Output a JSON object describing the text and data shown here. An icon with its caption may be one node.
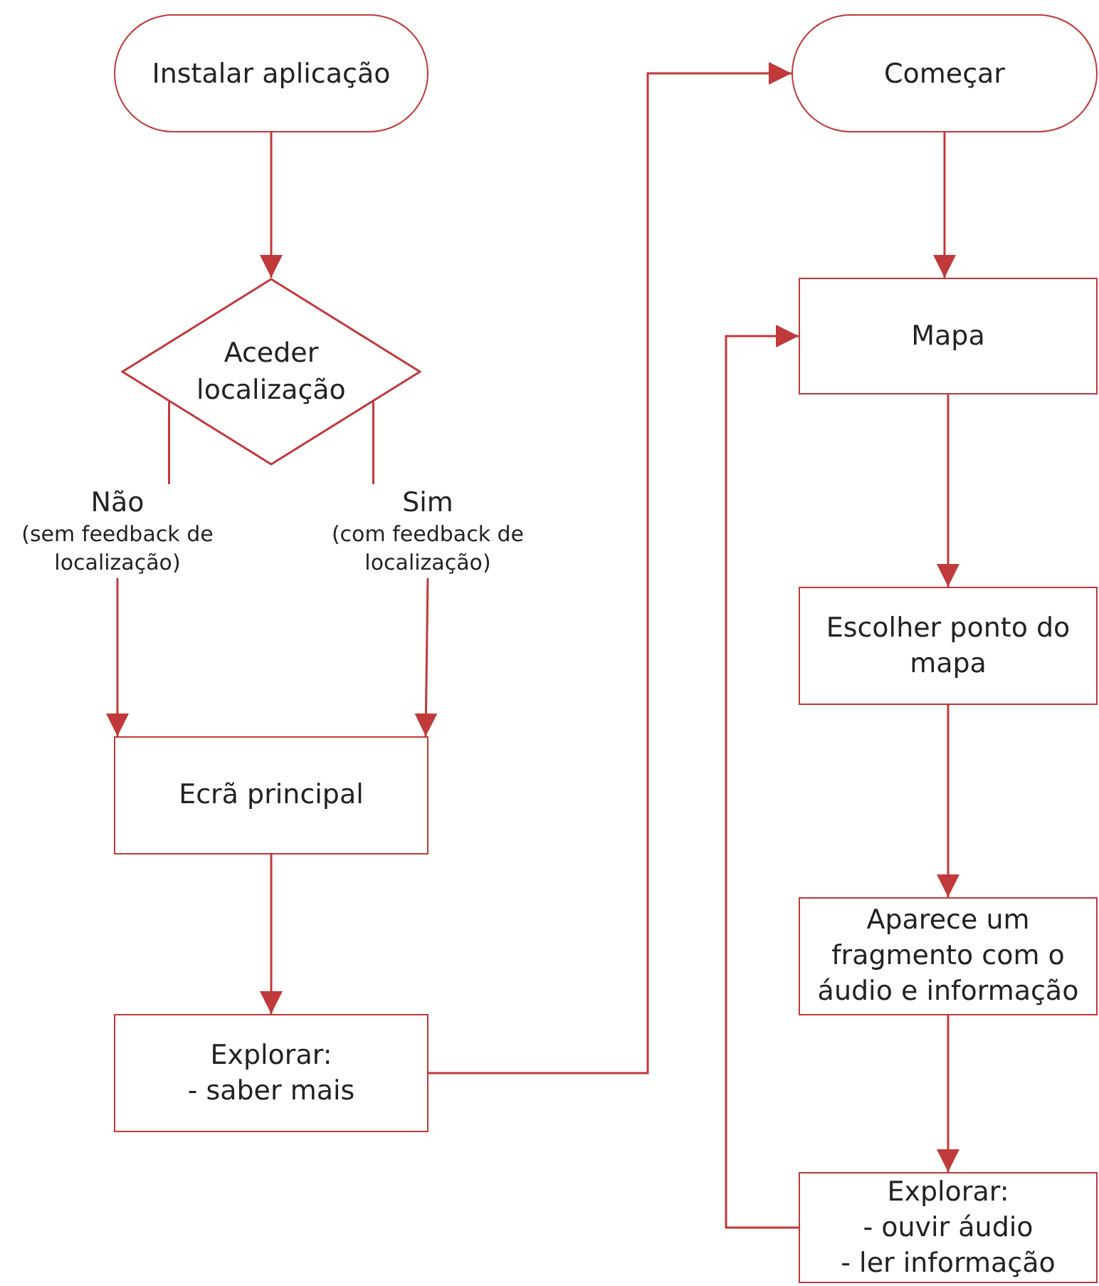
{
  "diagram": {
    "nodes": [
      {
        "text": [
          "Instalar aplicação"
        ]
      },
      {
        "text": [
          "Aceder localização"
        ]
      },
      {
        "text": [
          "Não",
          "(sem feedback de localização)"
        ]
      },
      {
        "text": [
          "Sim",
          "(com feedback de localização)"
        ]
      },
      {
        "text": [
          "Ecrã principal"
        ]
      },
      {
        "text": [
          "Explorar:",
          "- saber mais"
        ]
      },
      {
        "text": [
          "Começar"
        ]
      },
      {
        "text": [
          "Mapa"
        ]
      },
      {
        "text": [
          "Escolher ponto do mapa"
        ]
      },
      {
        "text": [
          "Aparece um fragmento com o áudio e informação"
        ]
      },
      {
        "text": [
          "Explorar:",
          "- ouvir áudio",
          "- ler informação"
        ]
      }
    ],
    "edges": [
      {
        "from": 0,
        "to": 1,
        "arrow": "to"
      },
      {
        "from": 1,
        "to": 2,
        "arrow": "none"
      },
      {
        "from": 1,
        "to": 3,
        "arrow": "none"
      },
      {
        "from": 2,
        "to": 4,
        "arrow": "to"
      },
      {
        "from": 3,
        "to": 4,
        "arrow": "to"
      },
      {
        "from": 4,
        "to": 5,
        "arrow": "to"
      },
      {
        "from": 5,
        "to": 6,
        "arrow": "to"
      },
      {
        "from": 6,
        "to": 7,
        "arrow": "to"
      },
      {
        "from": 7,
        "to": 8,
        "arrow": "to"
      },
      {
        "from": 8,
        "to": 9,
        "arrow": "to"
      },
      {
        "from": 9,
        "to": 10,
        "arrow": "to"
      },
      {
        "from": 10,
        "to": 7,
        "arrow": "to"
      }
    ]
  }
}
